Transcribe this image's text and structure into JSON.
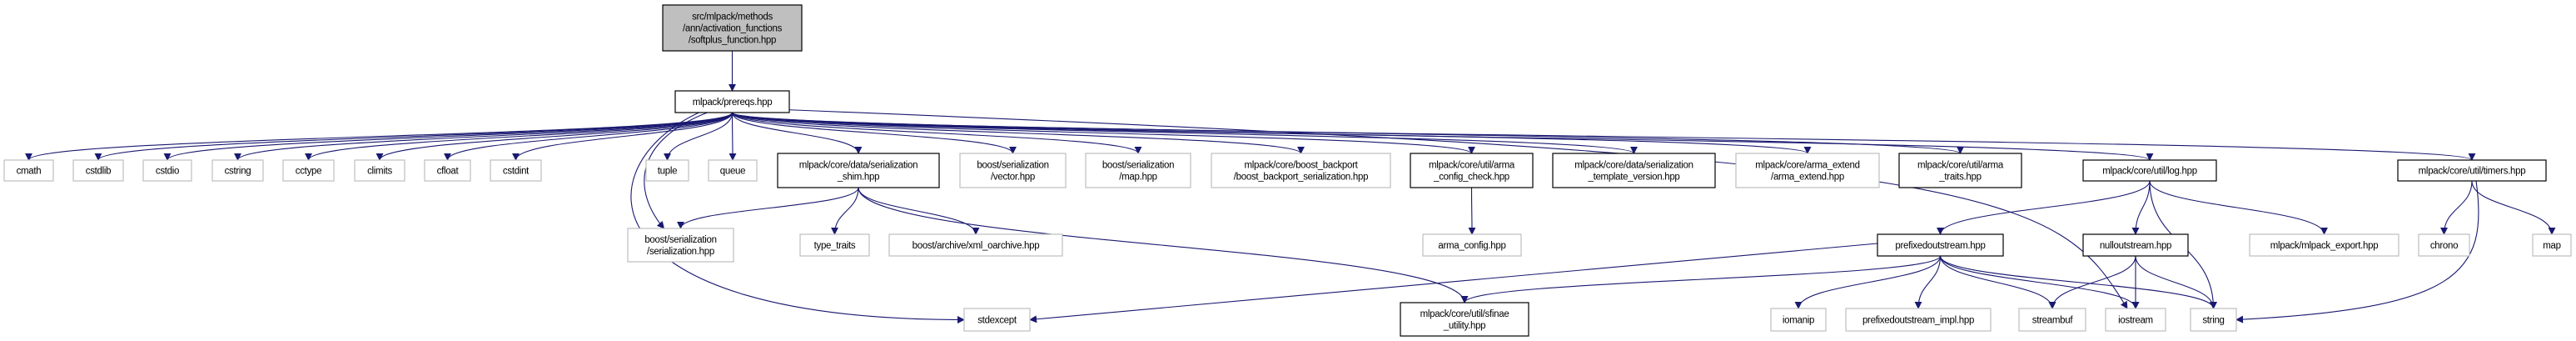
{
  "colors": {
    "edge": "#191970",
    "documented_border": "#000000",
    "external_border": "#bfbfbf",
    "root_fill": "#bfbfbf"
  },
  "nodes": [
    {
      "id": "root",
      "kind": "root",
      "lines": [
        "src/mlpack/methods",
        "/ann/activation_functions",
        "/softplus_function.hpp"
      ]
    },
    {
      "id": "prereqs",
      "kind": "doc",
      "lines": [
        "mlpack/prereqs.hpp"
      ]
    },
    {
      "id": "cmath",
      "kind": "ext",
      "lines": [
        "cmath"
      ]
    },
    {
      "id": "cstdlib",
      "kind": "ext",
      "lines": [
        "cstdlib"
      ]
    },
    {
      "id": "cstdio",
      "kind": "ext",
      "lines": [
        "cstdio"
      ]
    },
    {
      "id": "cstring",
      "kind": "ext",
      "lines": [
        "cstring"
      ]
    },
    {
      "id": "cctype",
      "kind": "ext",
      "lines": [
        "cctype"
      ]
    },
    {
      "id": "climits",
      "kind": "ext",
      "lines": [
        "climits"
      ]
    },
    {
      "id": "cfloat",
      "kind": "ext",
      "lines": [
        "cfloat"
      ]
    },
    {
      "id": "cstdint",
      "kind": "ext",
      "lines": [
        "cstdint"
      ]
    },
    {
      "id": "tuple",
      "kind": "ext",
      "lines": [
        "tuple"
      ]
    },
    {
      "id": "queue",
      "kind": "ext",
      "lines": [
        "queue"
      ]
    },
    {
      "id": "shim",
      "kind": "doc",
      "lines": [
        "mlpack/core/data/serialization",
        "_shim.hpp"
      ]
    },
    {
      "id": "bvector",
      "kind": "ext",
      "lines": [
        "boost/serialization",
        "/vector.hpp"
      ]
    },
    {
      "id": "bmap",
      "kind": "ext",
      "lines": [
        "boost/serialization",
        "/map.hpp"
      ]
    },
    {
      "id": "backport",
      "kind": "ext",
      "lines": [
        "mlpack/core/boost_backport",
        "/boost_backport_serialization.hpp"
      ]
    },
    {
      "id": "armacheck",
      "kind": "doc",
      "lines": [
        "mlpack/core/util/arma",
        "_config_check.hpp"
      ]
    },
    {
      "id": "tplver",
      "kind": "doc",
      "lines": [
        "mlpack/core/data/serialization",
        "_template_version.hpp"
      ]
    },
    {
      "id": "armaext",
      "kind": "ext",
      "lines": [
        "mlpack/core/arma_extend",
        "/arma_extend.hpp"
      ]
    },
    {
      "id": "armatraits",
      "kind": "doc",
      "lines": [
        "mlpack/core/util/arma",
        "_traits.hpp"
      ]
    },
    {
      "id": "log",
      "kind": "doc",
      "lines": [
        "mlpack/core/util/log.hpp"
      ]
    },
    {
      "id": "timers",
      "kind": "doc",
      "lines": [
        "mlpack/core/util/timers.hpp"
      ]
    },
    {
      "id": "bser",
      "kind": "ext",
      "lines": [
        "boost/serialization",
        "/serialization.hpp"
      ]
    },
    {
      "id": "typetraits",
      "kind": "ext",
      "lines": [
        "type_traits"
      ]
    },
    {
      "id": "xmlo",
      "kind": "ext",
      "lines": [
        "boost/archive/xml_oarchive.hpp"
      ]
    },
    {
      "id": "armaconfig",
      "kind": "ext",
      "lines": [
        "arma_config.hpp"
      ]
    },
    {
      "id": "prefixed",
      "kind": "doc",
      "lines": [
        "prefixedoutstream.hpp"
      ]
    },
    {
      "id": "nullout",
      "kind": "doc",
      "lines": [
        "nulloutstream.hpp"
      ]
    },
    {
      "id": "export",
      "kind": "ext",
      "lines": [
        "mlpack/mlpack_export.hpp"
      ]
    },
    {
      "id": "chrono",
      "kind": "ext",
      "lines": [
        "chrono"
      ]
    },
    {
      "id": "map",
      "kind": "ext",
      "lines": [
        "map"
      ]
    },
    {
      "id": "stdexcept",
      "kind": "ext",
      "lines": [
        "stdexcept"
      ]
    },
    {
      "id": "sfinae",
      "kind": "doc",
      "lines": [
        "mlpack/core/util/sfinae",
        "_utility.hpp"
      ]
    },
    {
      "id": "iomanip",
      "kind": "ext",
      "lines": [
        "iomanip"
      ]
    },
    {
      "id": "pimpl",
      "kind": "ext",
      "lines": [
        "prefixedoutstream_impl.hpp"
      ]
    },
    {
      "id": "streambuf",
      "kind": "ext",
      "lines": [
        "streambuf"
      ]
    },
    {
      "id": "iostream",
      "kind": "ext",
      "lines": [
        "iostream"
      ]
    },
    {
      "id": "string",
      "kind": "ext",
      "lines": [
        "string"
      ]
    }
  ],
  "edges": [
    [
      "root",
      "prereqs"
    ],
    [
      "prereqs",
      "cmath"
    ],
    [
      "prereqs",
      "cstdlib"
    ],
    [
      "prereqs",
      "cstdio"
    ],
    [
      "prereqs",
      "cstring"
    ],
    [
      "prereqs",
      "cctype"
    ],
    [
      "prereqs",
      "climits"
    ],
    [
      "prereqs",
      "cfloat"
    ],
    [
      "prereqs",
      "cstdint"
    ],
    [
      "prereqs",
      "tuple"
    ],
    [
      "prereqs",
      "queue"
    ],
    [
      "prereqs",
      "shim"
    ],
    [
      "prereqs",
      "bvector"
    ],
    [
      "prereqs",
      "bmap"
    ],
    [
      "prereqs",
      "backport"
    ],
    [
      "prereqs",
      "armacheck"
    ],
    [
      "prereqs",
      "tplver"
    ],
    [
      "prereqs",
      "armaext"
    ],
    [
      "prereqs",
      "armatraits"
    ],
    [
      "prereqs",
      "log"
    ],
    [
      "prereqs",
      "timers"
    ],
    [
      "prereqs",
      "bser"
    ],
    [
      "prereqs",
      "stdexcept"
    ],
    [
      "prereqs",
      "iostream"
    ],
    [
      "shim",
      "bser"
    ],
    [
      "shim",
      "typetraits"
    ],
    [
      "shim",
      "xmlo"
    ],
    [
      "shim",
      "sfinae"
    ],
    [
      "armacheck",
      "armaconfig"
    ],
    [
      "log",
      "prefixed"
    ],
    [
      "log",
      "nullout"
    ],
    [
      "log",
      "string"
    ],
    [
      "log",
      "export"
    ],
    [
      "timers",
      "chrono"
    ],
    [
      "timers",
      "string"
    ],
    [
      "timers",
      "map"
    ],
    [
      "prefixed",
      "stdexcept"
    ],
    [
      "prefixed",
      "sfinae"
    ],
    [
      "prefixed",
      "iomanip"
    ],
    [
      "prefixed",
      "pimpl"
    ],
    [
      "prefixed",
      "streambuf"
    ],
    [
      "prefixed",
      "iostream"
    ],
    [
      "prefixed",
      "string"
    ],
    [
      "nullout",
      "streambuf"
    ],
    [
      "nullout",
      "iostream"
    ],
    [
      "nullout",
      "string"
    ]
  ]
}
